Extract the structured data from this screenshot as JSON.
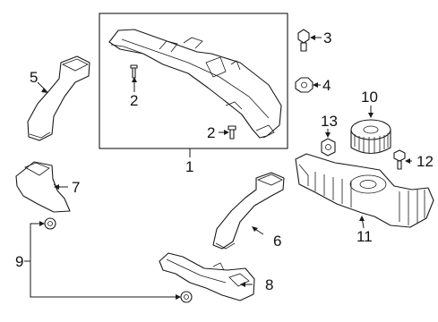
{
  "diagram": {
    "callouts": [
      {
        "id": "c1",
        "text": "1"
      },
      {
        "id": "c2a",
        "text": "2"
      },
      {
        "id": "c2b",
        "text": "2"
      },
      {
        "id": "c3",
        "text": "3"
      },
      {
        "id": "c4",
        "text": "4"
      },
      {
        "id": "c5",
        "text": "5"
      },
      {
        "id": "c6",
        "text": "6"
      },
      {
        "id": "c7",
        "text": "7"
      },
      {
        "id": "c8",
        "text": "8"
      },
      {
        "id": "c9",
        "text": "9"
      },
      {
        "id": "c10",
        "text": "10"
      },
      {
        "id": "c11",
        "text": "11"
      },
      {
        "id": "c12",
        "text": "12"
      },
      {
        "id": "c13",
        "text": "13"
      }
    ]
  }
}
